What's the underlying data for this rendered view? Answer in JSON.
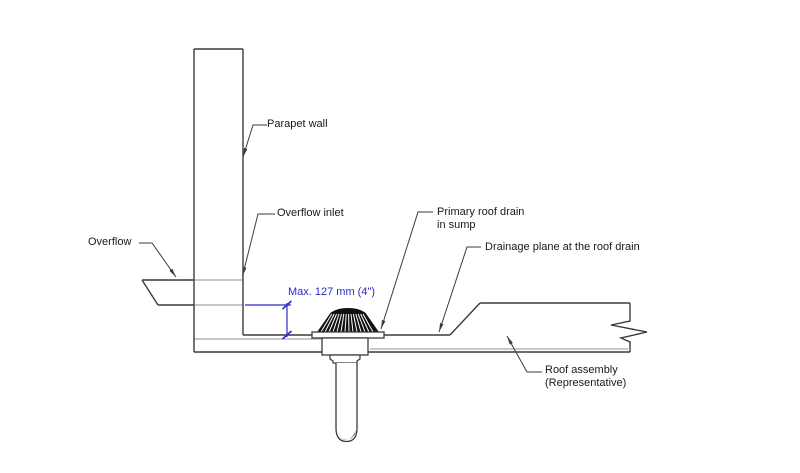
{
  "labels": {
    "parapet_wall": "Parapet wall",
    "overflow": "Overflow",
    "overflow_inlet": "Overflow inlet",
    "max_dimension": "Max. 127 mm (4\")",
    "primary_roof_drain_line1": "Primary roof drain",
    "primary_roof_drain_line2": "in sump",
    "drainage_plane": "Drainage plane at the roof drain",
    "roof_assembly_line1": "Roof assembly",
    "roof_assembly_line2": "(Representative)"
  },
  "colors": {
    "background": "#ffffff",
    "outline": "#3b3b3b",
    "hidden_line": "#a8a8a8",
    "dimension_blue": "#2b2bc8",
    "text": "#1a1a1a",
    "drain_dome_fill": "#111111"
  }
}
